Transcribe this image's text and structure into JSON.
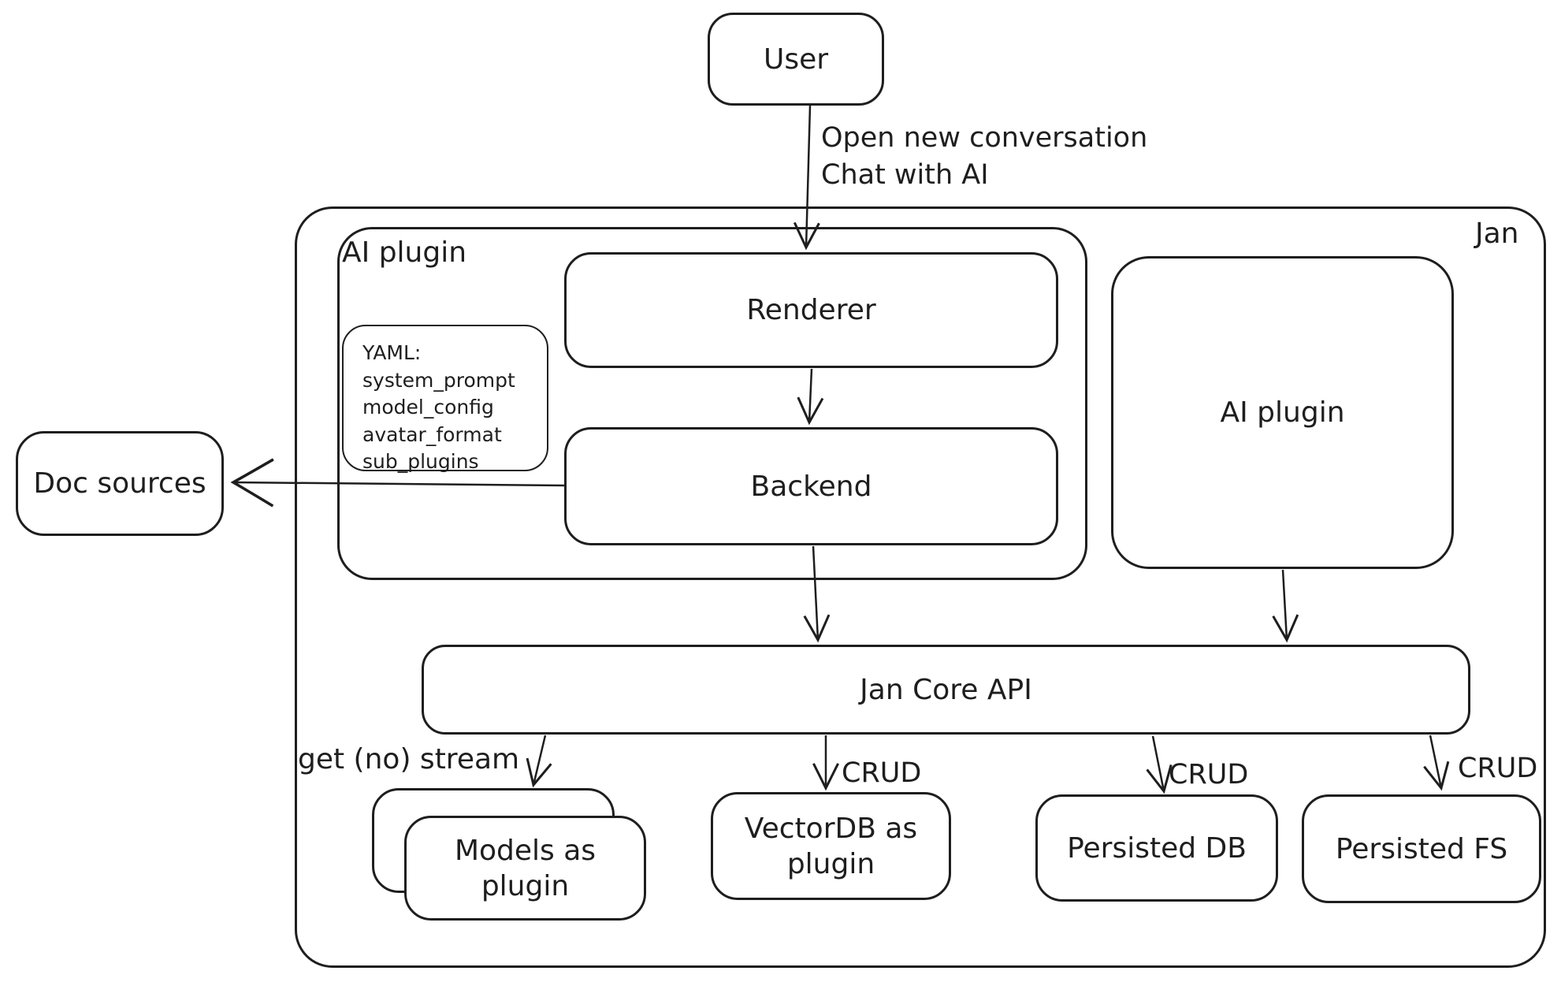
{
  "diagram": {
    "type": "flow-diagram",
    "colors": {
      "stroke": "#1e1e1e",
      "background": "#ffffff"
    },
    "outer_container_label": "Jan",
    "nodes": {
      "user": {
        "label": "User"
      },
      "ai_plugin_group": {
        "label": "AI plugin"
      },
      "yaml_note": {
        "title": "YAML:",
        "lines": [
          "system_prompt",
          "model_config",
          "avatar_format",
          "sub_plugins"
        ]
      },
      "renderer": {
        "label": "Renderer"
      },
      "backend": {
        "label": "Backend"
      },
      "ai_plugin_box": {
        "label": "AI plugin"
      },
      "doc_sources": {
        "label": "Doc sources"
      },
      "jan_core_api": {
        "label": "Jan Core API"
      },
      "models_plugin": {
        "label": "Models as plugin"
      },
      "vectordb_plugin": {
        "label": "VectorDB as plugin"
      },
      "persisted_db": {
        "label": "Persisted DB"
      },
      "persisted_fs": {
        "label": "Persisted FS"
      }
    },
    "edge_labels": {
      "user_to_renderer_line1": "Open new conversation",
      "user_to_renderer_line2": "Chat with AI",
      "core_to_models": "get (no) stream",
      "core_to_vectordb": "CRUD",
      "core_to_persisted_db": "CRUD",
      "core_to_persisted_fs": "CRUD"
    }
  }
}
